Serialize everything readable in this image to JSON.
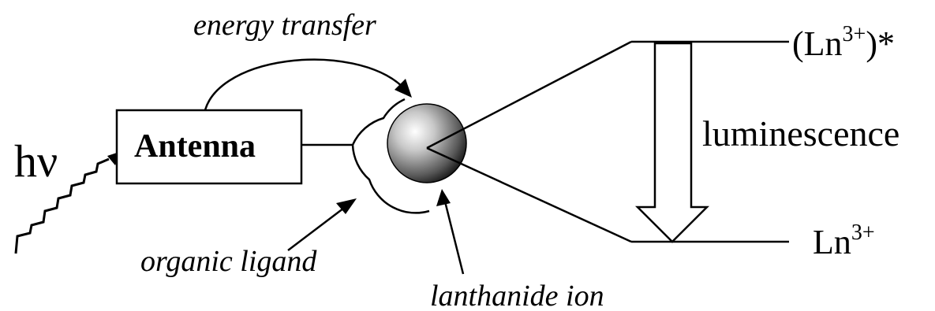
{
  "labels": {
    "energy_transfer": "energy transfer",
    "hv": "hν",
    "antenna": "Antenna",
    "organic_ligand": "organic ligand",
    "lanthanide_ion": "lanthanide ion",
    "luminescence": "luminescence",
    "excited_state_base": "(Ln",
    "excited_state_sup": "3+",
    "excited_state_tail": ")*",
    "ground_state_base": "Ln",
    "ground_state_sup": "3+"
  }
}
